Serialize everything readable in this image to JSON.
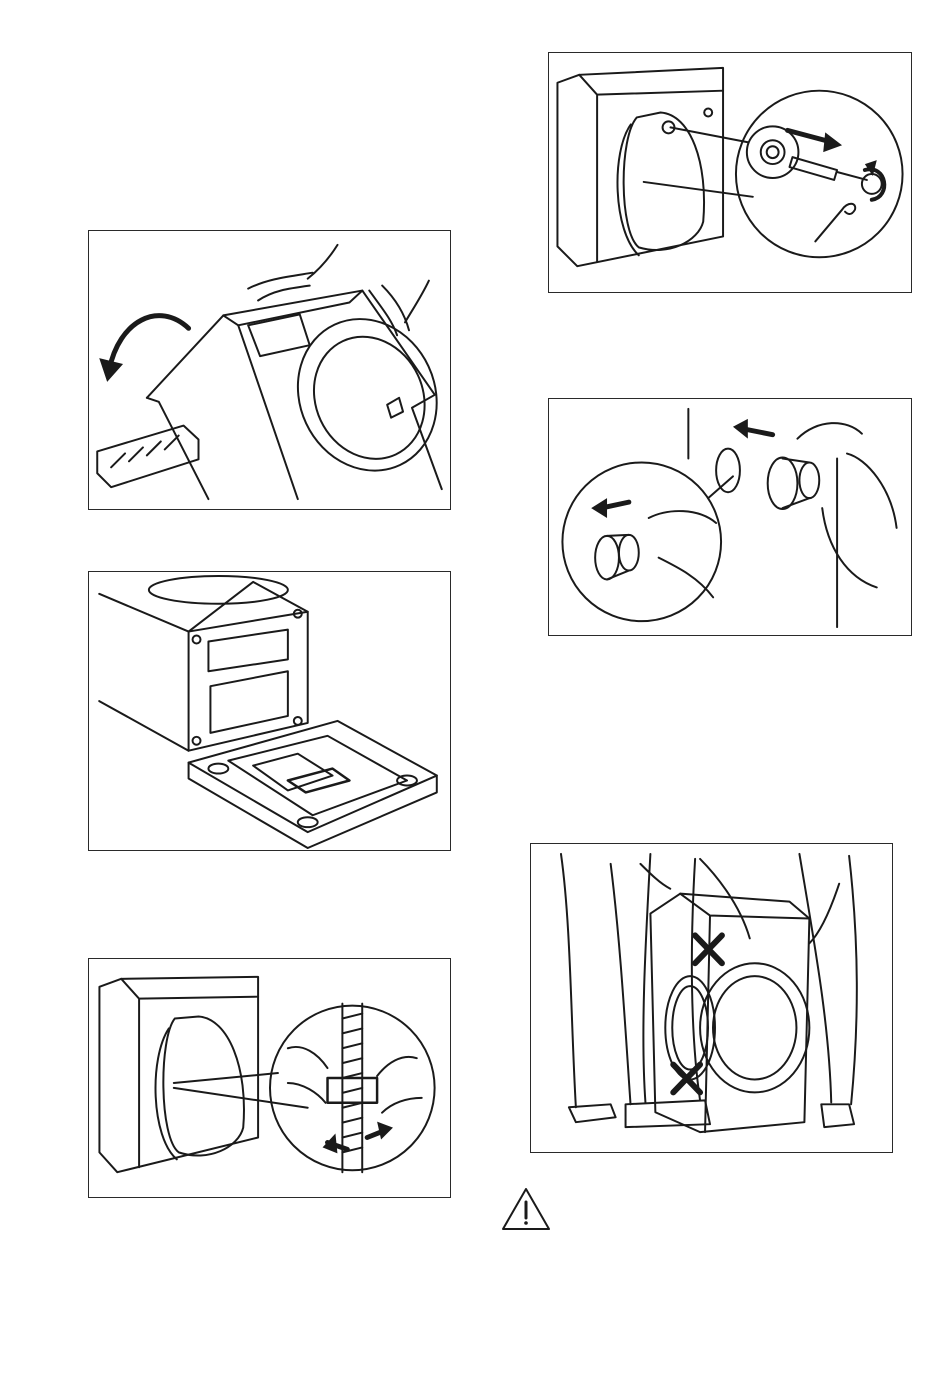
{
  "page": {
    "figures": [
      {
        "id": "fig-tilt-machine",
        "icon": "tilt-machine-illustration"
      },
      {
        "id": "fig-remove-base-packaging",
        "icon": "base-packaging-illustration"
      },
      {
        "id": "fig-release-hose-clamp",
        "icon": "hose-clamp-illustration"
      },
      {
        "id": "fig-remove-transit-bolts",
        "icon": "transit-bolt-removal-illustration"
      },
      {
        "id": "fig-insert-plastic-caps",
        "icon": "plastic-cap-insertion-illustration"
      },
      {
        "id": "fig-lifting-warning",
        "icon": "lifting-machine-illustration"
      }
    ],
    "warning_icon": "warning-triangle-icon",
    "colors": {
      "line": "#1a1a1a",
      "frame": "#2a2a2a",
      "background": "#ffffff"
    }
  }
}
